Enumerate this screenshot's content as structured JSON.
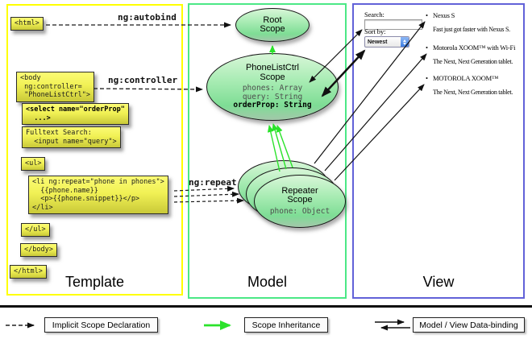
{
  "columns": {
    "template": {
      "heading": "Template"
    },
    "model": {
      "heading": "Model"
    },
    "view": {
      "heading": "View"
    }
  },
  "template": {
    "boxes": {
      "html_open": "<html>",
      "body_open": "<body\n ng:controller=\n \"PhoneListCtrl\">",
      "select": "<select name=\"orderProp\"\n  ...>",
      "fulltext": "Fulltext Search:\n  <input name=\"query\">",
      "ul_open": "<ul>",
      "li_repeat": "<li ng:repeat=\"phone in phones\">\n  {{phone.name}}\n  <p>{{phone.snippet}}</p>\n</li>",
      "ul_close": "</ul>",
      "body_close": "</body>",
      "html_close": "</html>"
    },
    "arrow_labels": {
      "autobind": "ng:autobind",
      "controller": "ng:controller",
      "repeat": "ng:repeat"
    }
  },
  "model": {
    "root_scope": {
      "title": "Root\nScope"
    },
    "phonelistctrl_scope": {
      "title": "PhoneListCtrl\nScope",
      "props": [
        "phones: Array",
        "query: String"
      ],
      "bold_prop": "orderProp: String"
    },
    "repeater_scope": {
      "title": "Repeater\nScope",
      "prop": "phone: Object"
    }
  },
  "view": {
    "search_label": "Search:",
    "sort_label": "Sort by:",
    "sort_value": "Newest",
    "bullet": "•",
    "items": [
      {
        "title": "Nexus S",
        "desc": "Fast just got faster with Nexus S."
      },
      {
        "title": "Motorola XOOM™  with Wi-Fi",
        "desc": "The Next, Next Generation tablet."
      },
      {
        "title": "MOTOROLA XOOM™",
        "desc": "The Next, Next Generation tablet."
      }
    ]
  },
  "legend": {
    "implicit": "Implicit Scope Declaration",
    "inheritance": "Scope Inheritance",
    "databinding": "Model / View Data-binding"
  },
  "colors": {
    "template_border": "#ffff00",
    "model_border": "#4be886",
    "view_border": "#6262d8",
    "inheritance_green": "#2be22b",
    "box_yellow": "#f1f155",
    "ellipse_green": "#7edd95"
  }
}
